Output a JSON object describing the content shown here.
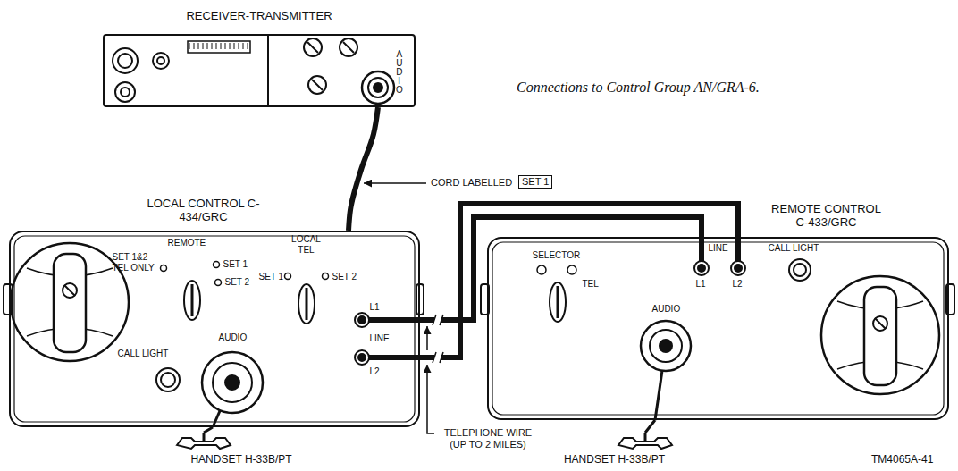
{
  "diagram": {
    "caption": "Connections to Control Group AN/GRA-6.",
    "nodes": [
      {
        "text": [
          "RECEIVER-TRANSMITTER",
          "AUDIO"
        ]
      },
      {
        "text": [
          "LOCAL CONTROL C-434/GRC",
          "REMOTE",
          "SET 1&2 TEL ONLY",
          "SET 1",
          "SET 2",
          "LOCAL TEL",
          "SET 1",
          "SET 2",
          "CALL LIGHT",
          "AUDIO",
          "L1",
          "LINE",
          "L2"
        ]
      },
      {
        "text": [
          "REMOTE CONTROL C-433/GRC",
          "SELECTOR",
          "TEL",
          "LINE",
          "L1",
          "L2",
          "CALL LIGHT",
          "AUDIO"
        ]
      },
      {
        "text": [
          "HANDSET H-33B/PT"
        ]
      },
      {
        "text": [
          "HANDSET H-33B/PT"
        ]
      }
    ],
    "edges": [
      {
        "from": 0,
        "to": 1,
        "arrow": "none"
      },
      {
        "from": 1,
        "to": 2,
        "arrow": "none"
      },
      {
        "from": 1,
        "to": 2,
        "arrow": "none"
      },
      {
        "from": 1,
        "to": 3,
        "arrow": "none"
      },
      {
        "from": 2,
        "to": 4,
        "arrow": "none"
      }
    ],
    "labels": [
      "CORD LABELLED",
      "SET 1",
      "TELEPHONE WIRE (UP TO 2 MILES)",
      "TM4065A-41"
    ]
  }
}
